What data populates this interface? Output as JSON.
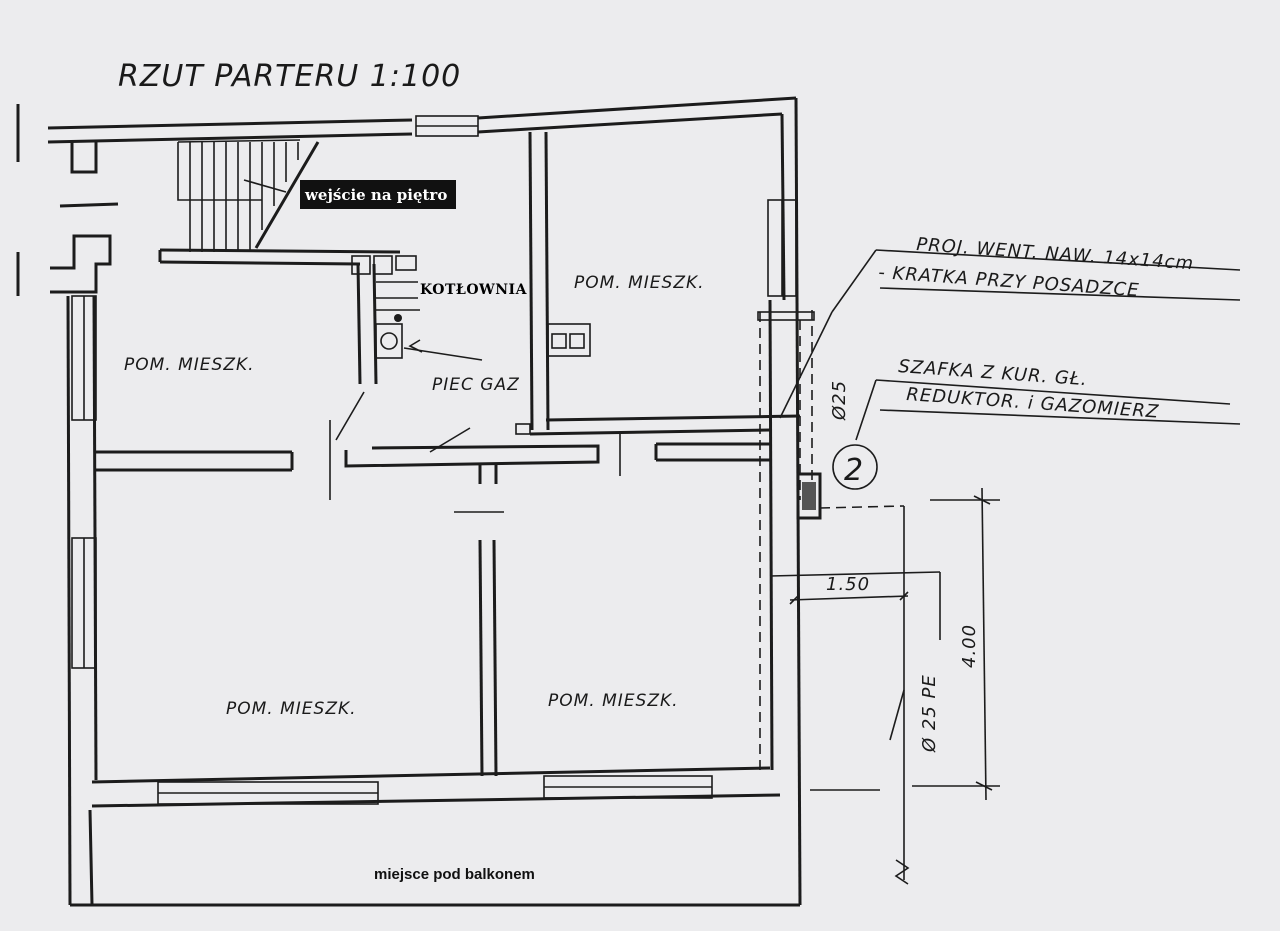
{
  "title": "RZUT PARTERU 1:100",
  "rooms": {
    "top_middle": "POM. MIESZK.",
    "left": "POM. MIESZK.",
    "bottom_left": "POM. MIESZK.",
    "bottom_right": "POM. MIESZK."
  },
  "boiler_room": "KOTŁOWNIA",
  "gas_stove": "PIEC GAZ",
  "stairs_label": "wejście na piętro",
  "balcony_label": "miejsce pod balkonem",
  "annotations": {
    "vent_line1": "PROJ. WENT. NAW. 14x14cm",
    "vent_line2": "- KRATKA PRZY POSADZCE",
    "cabinet_line1": "SZAFKA Z KUR. GŁ.",
    "cabinet_line2": "REDUKTOR. i GAZOMIERZ",
    "pipe_vertical": "Ø25",
    "pipe_pe": "Ø 25 PE",
    "marker": "2"
  },
  "dimensions": {
    "horizontal": "1.50",
    "vertical": "4.00"
  }
}
